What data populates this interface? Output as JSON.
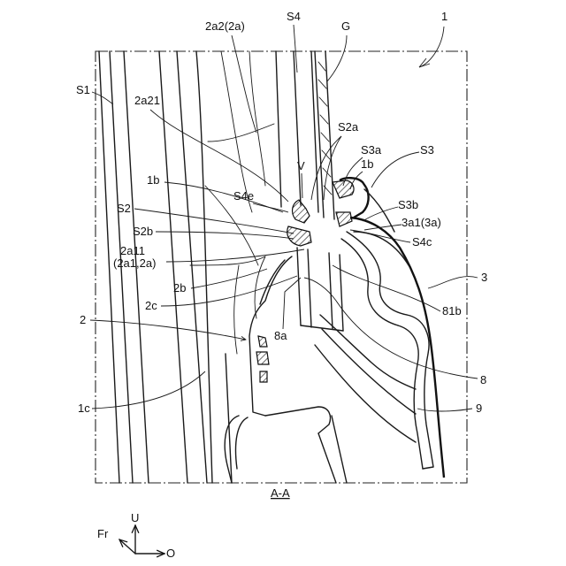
{
  "figure": {
    "section_label": "A-A",
    "labels": {
      "l1": "1",
      "S4": "S4",
      "G": "G",
      "2a2": "2a2(2a)",
      "S1": "S1",
      "2a21": "2a21",
      "S2a": "S2a",
      "S3a": "S3a",
      "S3": "S3",
      "V": "V",
      "1b_top": "1b",
      "1b_left": "1b",
      "S4e": "S4e",
      "S3b": "S3b",
      "3a1": "3a1(3a)",
      "S2": "S2",
      "S2b": "S2b",
      "S4c": "S4c",
      "2a11": "2a11",
      "2a1_2a": "(2a1,2a)",
      "l3": "3",
      "2b": "2b",
      "2c": "2c",
      "81b": "81b",
      "l2": "2",
      "8a": "8a",
      "l8": "8",
      "1c": "1c",
      "l9": "9"
    },
    "axes": {
      "up": "U",
      "front": "Fr",
      "out": "O"
    }
  }
}
